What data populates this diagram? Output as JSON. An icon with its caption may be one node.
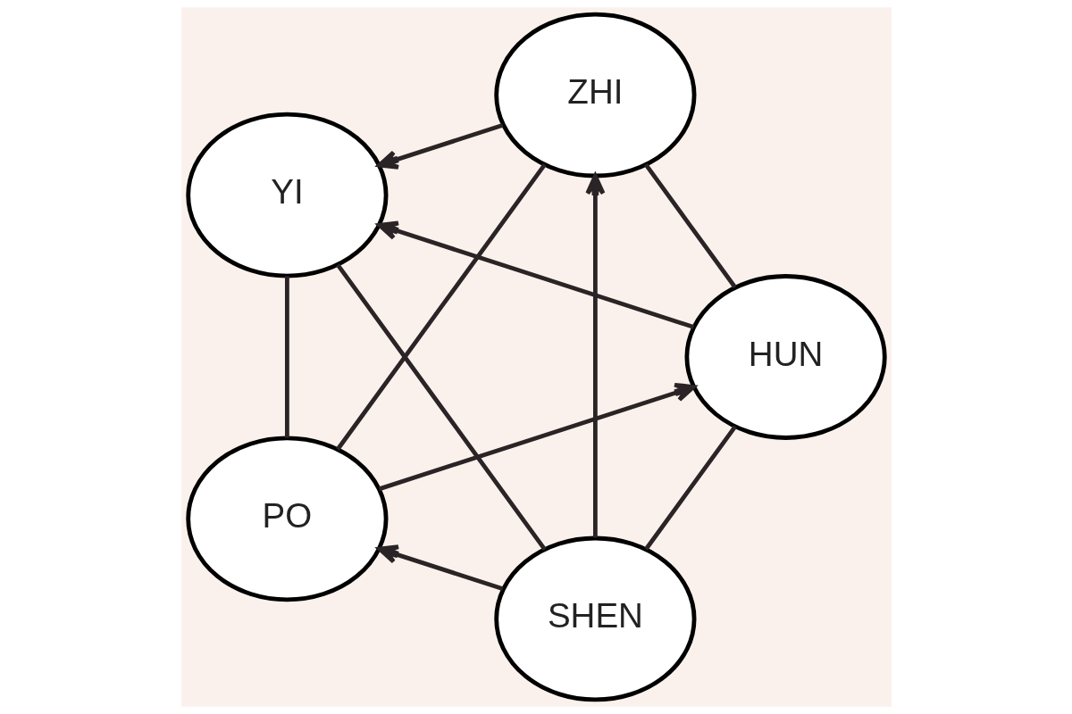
{
  "diagram": {
    "nodes": [
      {
        "text": [
          "SHEN"
        ]
      },
      {
        "text": [
          "HUN"
        ]
      },
      {
        "text": [
          "YI"
        ]
      },
      {
        "text": [
          "ZHI"
        ]
      },
      {
        "text": [
          "PO"
        ]
      }
    ],
    "edges": [
      {
        "from": 0,
        "to": 2,
        "arrow": "none"
      },
      {
        "from": 2,
        "to": 4,
        "arrow": "none"
      },
      {
        "from": 4,
        "to": 3,
        "arrow": "none"
      },
      {
        "from": 3,
        "to": 1,
        "arrow": "none"
      },
      {
        "from": 1,
        "to": 0,
        "arrow": "none"
      },
      {
        "from": 0,
        "to": 3,
        "arrow": "to"
      },
      {
        "from": 0,
        "to": 4,
        "arrow": "to"
      },
      {
        "from": 1,
        "to": 2,
        "arrow": "to"
      },
      {
        "from": 3,
        "to": 2,
        "arrow": "to"
      },
      {
        "from": 4,
        "to": 1,
        "arrow": "to"
      }
    ]
  }
}
